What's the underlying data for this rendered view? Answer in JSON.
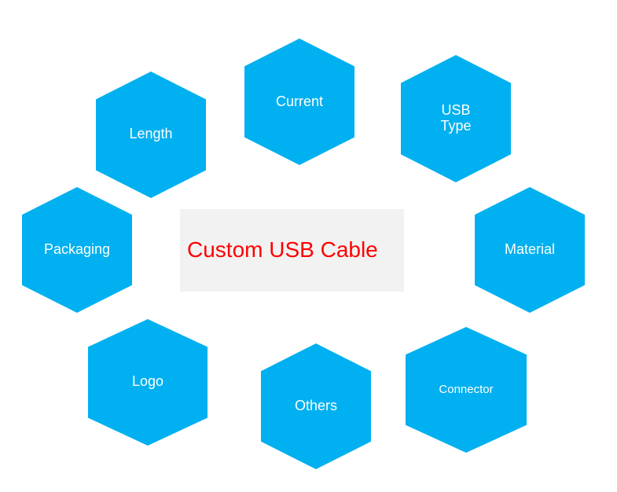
{
  "diagram": {
    "title": "Custom USB Cable",
    "colors": {
      "hexagon_fill": "#00b0f0",
      "hexagon_text": "#ffffff",
      "title_text": "#ff0000",
      "title_box": "#f2f2f2",
      "background": "#ffffff"
    },
    "nodes": [
      {
        "id": "length",
        "lines": [
          "Length"
        ]
      },
      {
        "id": "current",
        "lines": [
          "Current"
        ]
      },
      {
        "id": "usb-type",
        "lines": [
          "USB",
          "Type"
        ]
      },
      {
        "id": "packaging",
        "lines": [
          "Packaging"
        ]
      },
      {
        "id": "material",
        "lines": [
          "Material"
        ]
      },
      {
        "id": "logo",
        "lines": [
          "Logo"
        ]
      },
      {
        "id": "others",
        "lines": [
          "Others"
        ]
      },
      {
        "id": "connector",
        "lines": [
          "Connector"
        ]
      }
    ]
  }
}
